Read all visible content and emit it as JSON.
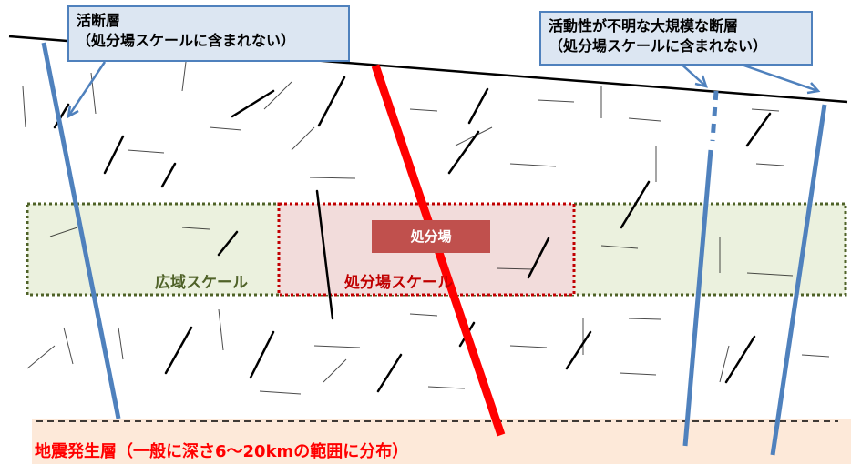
{
  "callouts": {
    "active_fault": {
      "line1": "活断層",
      "line2": "（処分場スケールに含まれない）"
    },
    "unknown_fault": {
      "line1": "活動性が不明な大規模な断層",
      "line2": "（処分場スケールに含まれない）"
    }
  },
  "zones": {
    "regional_scale": "広域スケール",
    "disposal_scale": "処分場スケール",
    "disposal_site": "処分場"
  },
  "seismogenic_layer": "地震発生層（一般に深さ6～20kmの範囲に分布）",
  "colors": {
    "fault_blue": "#4f81bd",
    "main_fault_red": "#ff0000",
    "regional_zone_fill": "#ebf1de",
    "regional_zone_border": "#4f6228",
    "disposal_zone_fill": "#f2dcdb",
    "disposal_zone_border": "#c00000",
    "disposal_box": "#c0504d",
    "seismogenic_fill": "#fde9d9",
    "regional_label": "#4f6228",
    "disposal_label": "#c00000",
    "seismogenic_label": "#ff0000"
  }
}
